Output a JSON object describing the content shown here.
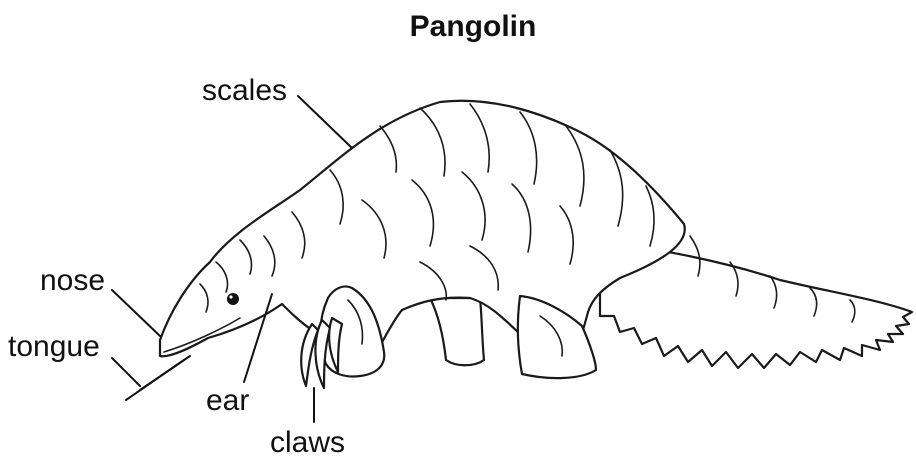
{
  "title": "Pangolin",
  "labels": {
    "scales": "scales",
    "nose": "nose",
    "tongue": "tongue",
    "ear": "ear",
    "claws": "claws"
  },
  "colors": {
    "ink": "#111111",
    "background": "#ffffff"
  }
}
